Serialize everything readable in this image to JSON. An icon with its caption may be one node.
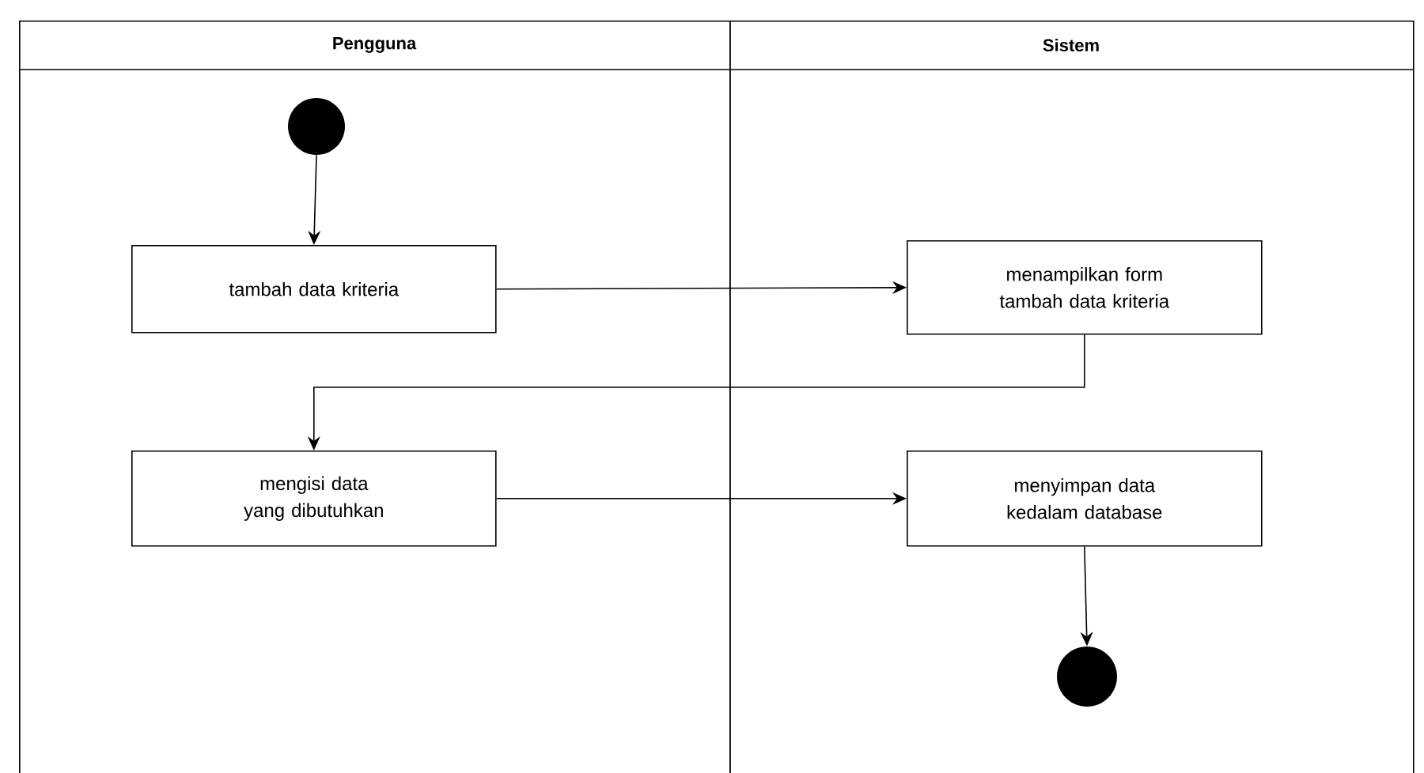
{
  "diagram": {
    "nodes": [
      {
        "text": [
          "Pengguna"
        ]
      },
      {
        "text": [
          "Sistem"
        ]
      },
      {
        "text": [],
        "shape": "circle",
        "in": 0
      },
      {
        "text": [
          "tambah data kriteria"
        ],
        "in": 0
      },
      {
        "text": [
          "menampilkan form tambah data kriteria"
        ],
        "in": 1
      },
      {
        "text": [
          "mengisi data yang dibutuhkan"
        ],
        "in": 0
      },
      {
        "text": [
          "menyimpan data kedalam database"
        ],
        "in": 1
      },
      {
        "text": [],
        "shape": "circle",
        "in": 1
      }
    ],
    "edges": [
      {
        "from": 2,
        "to": 3,
        "arrow": "to"
      },
      {
        "from": 3,
        "to": 4,
        "arrow": "to"
      },
      {
        "from": 4,
        "to": 5,
        "arrow": "to"
      },
      {
        "from": 5,
        "to": 6,
        "arrow": "to"
      },
      {
        "from": 6,
        "to": 7,
        "arrow": "to"
      }
    ]
  }
}
